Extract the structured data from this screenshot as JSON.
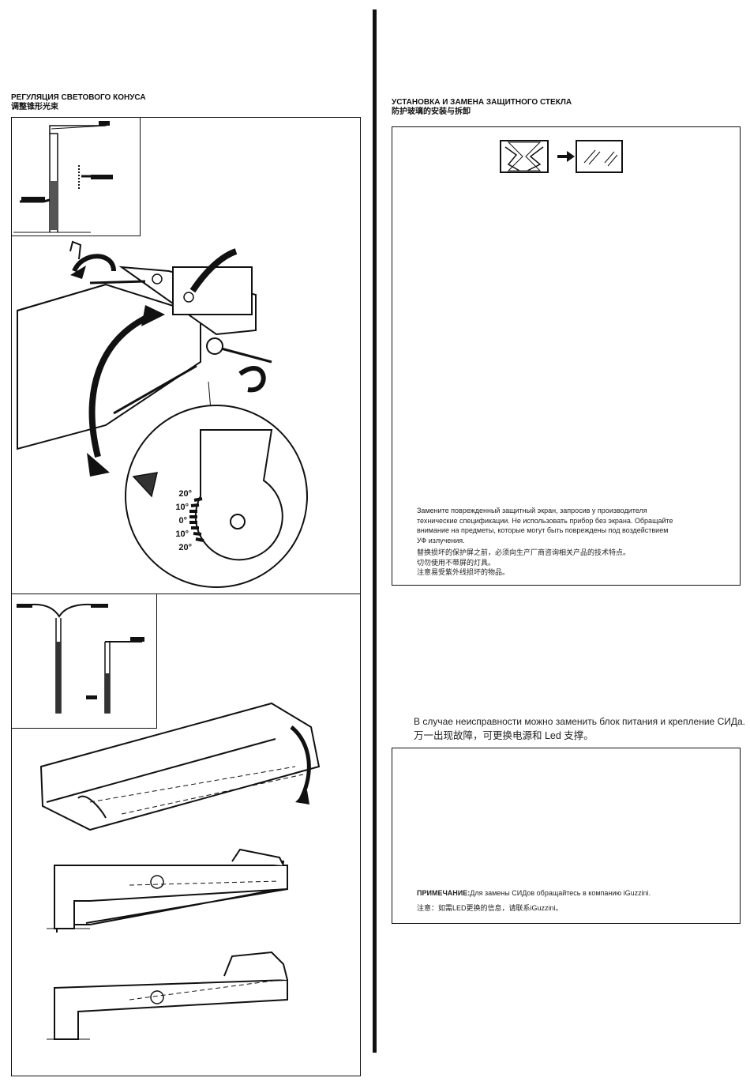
{
  "left": {
    "heading_ru": "РЕГУЛЯЦИЯ СВЕТОВОГО КОНУСА",
    "heading_zh": "调整锥形光束",
    "scale_labels": [
      "20°",
      "10°",
      "0°",
      "10°",
      "20°"
    ]
  },
  "right": {
    "heading_ru": "УСТАНОВКА И ЗАМЕНА ЗАЩИТНОГО СТЕКЛА",
    "heading_zh": "防护玻璃的安装与拆卸",
    "glass_note_ru": "Замените поврежденный защитный экран, запросив у производителя технические спецификации. Не использовать прибор без экрана. Обращайте внимание на предметы, которые могут быть повреждены под воздействием УФ излучения.",
    "glass_note_zh_1": "替换损坏的保护屏之前，必须向生产厂商咨询相关产品的技术特点。",
    "glass_note_zh_2": "切勿使用不带屏的灯具。",
    "glass_note_zh_3": "注意易受紫外线损坏的物品。",
    "led_ru": "В случае неисправности можно заменить блок питания и крепление СИДа.",
    "led_zh": "万一出现故障，可更换电源和 Led 支撑。",
    "note_label_ru": "ПРИМЕЧАНИЕ:",
    "note_text_ru": "Для замены СИДов обращайтесь в компанию iGuzzini.",
    "note_zh": "注意：如需LED更换的信息，请联系iGuzzini。"
  }
}
